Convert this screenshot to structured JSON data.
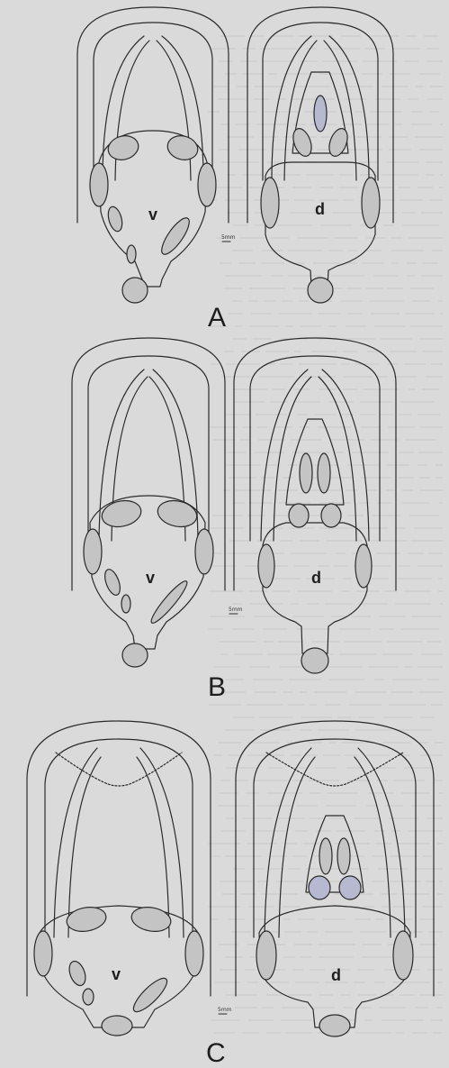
{
  "panels": [
    {
      "label": "A",
      "ventral": {
        "label": "v",
        "scale_label": "5mm"
      },
      "dorsal": {
        "label": "d"
      }
    },
    {
      "label": "B",
      "ventral": {
        "label": "v",
        "scale_label": "5mm"
      },
      "dorsal": {
        "label": "d"
      }
    },
    {
      "label": "C",
      "ventral": {
        "label": "v",
        "scale_label": "5mm"
      },
      "dorsal": {
        "label": "d"
      }
    }
  ],
  "colors": {
    "page": "#dadada",
    "line": "#2a2a2a",
    "fill": "#c4c4c4",
    "dorsal_fill": "#b6b9cf"
  }
}
